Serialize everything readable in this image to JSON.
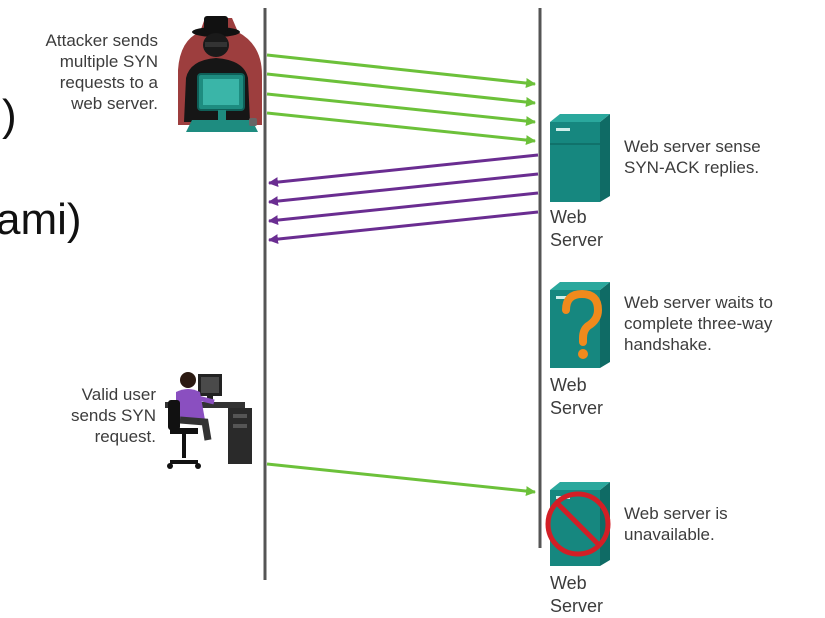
{
  "background_text": {
    "paren_line": ")",
    "ami_line": "ami)"
  },
  "attacker": {
    "label_lines": [
      "Attacker sends",
      "multiple SYN",
      "requests to a",
      "web server."
    ]
  },
  "valid_user": {
    "label_lines": [
      "Valid user",
      "sends SYN",
      "request."
    ]
  },
  "servers": [
    {
      "name_lines": [
        "Web",
        "Server"
      ],
      "caption_lines": [
        "Web server sense",
        "SYN-ACK replies."
      ],
      "state": "normal"
    },
    {
      "name_lines": [
        "Web",
        "Server"
      ],
      "caption_lines": [
        "Web server waits to",
        "complete three-way",
        "handshake."
      ],
      "state": "waiting"
    },
    {
      "name_lines": [
        "Web",
        "Server"
      ],
      "caption_lines": [
        "Web server is",
        "unavailable."
      ],
      "state": "unavailable"
    }
  ],
  "colors": {
    "syn_arrow": "#6cc13a",
    "synack_arrow": "#6a2d91",
    "timeline": "#555555",
    "server_body": "#16877f",
    "question_mark": "#f08a1c",
    "prohibited": "#d21f26"
  },
  "icons": [
    "attacker-icon",
    "valid-user-icon",
    "server-icon",
    "question-mark-icon",
    "prohibited-icon"
  ]
}
